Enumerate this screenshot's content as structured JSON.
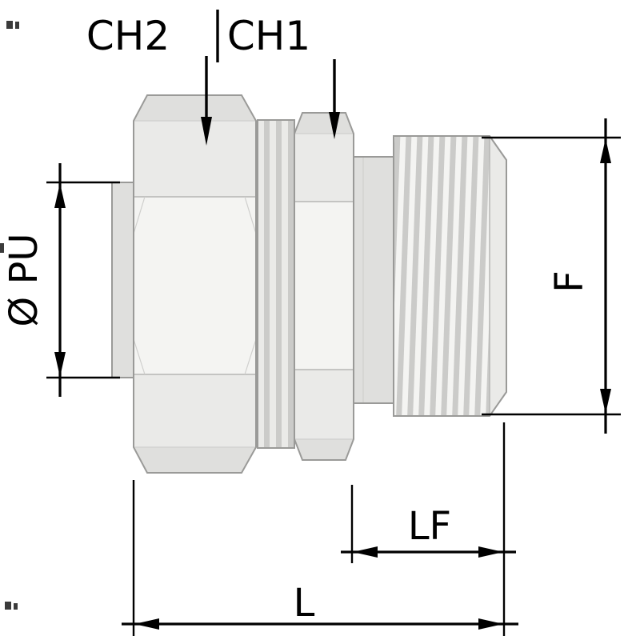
{
  "colors": {
    "line_color": "#000000",
    "outline": "#9a9a98",
    "metal_lightest": "#f4f4f2",
    "metal_light": "#eaeae8",
    "metal_mid": "#dfdfdd",
    "metal_dark": "#cbcbc9",
    "background": "#ffffff",
    "watermark": "#3b3b3b"
  },
  "diagram": {
    "type": "technical-drawing",
    "subject": "threaded-conduit-fitting",
    "dimension_labels": {
      "ch2": "CH2",
      "ch1": "CH1",
      "diameter_pu": "Ø PU",
      "f": "F",
      "lf": "LF",
      "l": "L"
    }
  }
}
